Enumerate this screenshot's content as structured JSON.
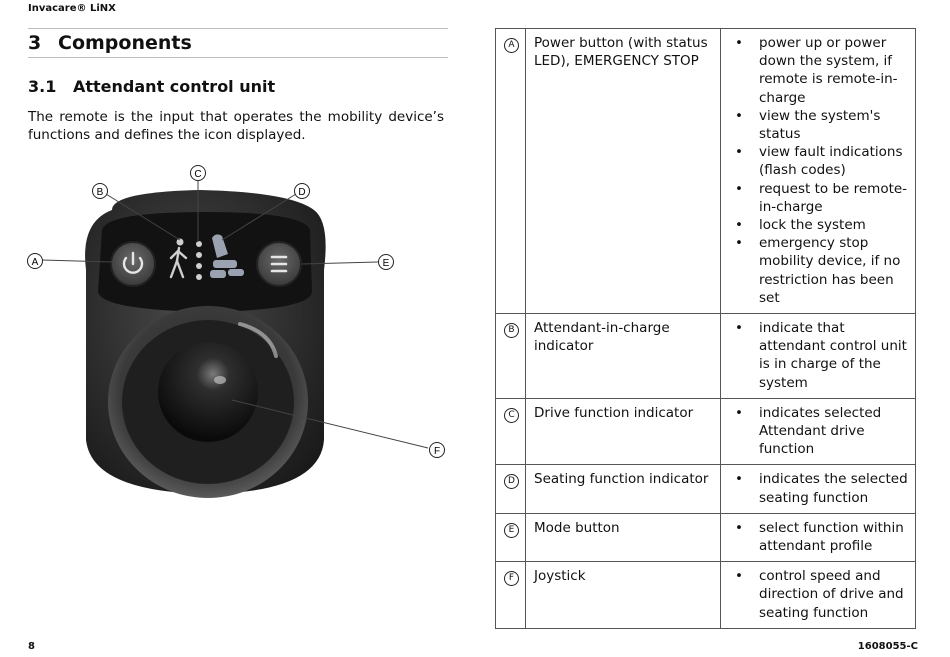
{
  "header": {
    "brand": "Invacare® LiNX"
  },
  "section": {
    "number": "3",
    "title": "Components"
  },
  "subsection": {
    "number": "3.1",
    "title": "Attendant control unit"
  },
  "intro": "The remote is the input that operates the mobility device’s functions and defines the icon displayed.",
  "figure": {
    "callouts": {
      "a": "A",
      "b": "B",
      "c": "C",
      "d": "D",
      "e": "E",
      "f": "F"
    }
  },
  "components": [
    {
      "letter": "A",
      "name": "Power button (with status LED), EMERGENCY STOP",
      "functions": [
        "power up or power down the system, if remote is remote-in-charge",
        "view the system's status",
        "view fault indications (flash codes)",
        "request to be remote-in-charge",
        "lock the system",
        "emergency stop mobility device, if no restriction has been set"
      ]
    },
    {
      "letter": "B",
      "name": "Attendant-in-charge indicator",
      "functions": [
        "indicate that attendant control unit is in charge of the system"
      ]
    },
    {
      "letter": "C",
      "name": "Drive function indicator",
      "functions": [
        "indicates selected Attendant drive function"
      ]
    },
    {
      "letter": "D",
      "name": "Seating function indicator",
      "functions": [
        "indicates the selected seating function"
      ]
    },
    {
      "letter": "E",
      "name": "Mode button",
      "functions": [
        "select function within attendant profile"
      ]
    },
    {
      "letter": "F",
      "name": "Joystick",
      "functions": [
        "control speed and direction of drive and seating function"
      ]
    }
  ],
  "footer": {
    "page": "8",
    "doc_code": "1608055-C"
  }
}
